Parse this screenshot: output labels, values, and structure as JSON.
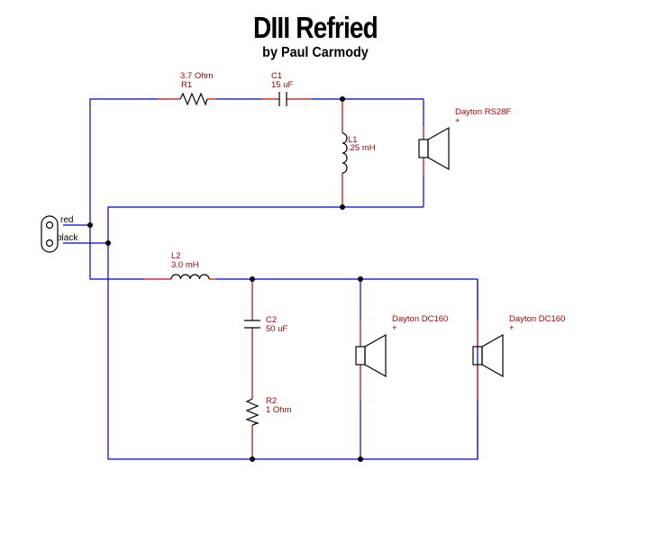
{
  "title": "DIII Refried",
  "subtitle": "by Paul Carmody",
  "connector": {
    "red": "red",
    "black": "black"
  },
  "components": {
    "r1": {
      "value": "3.7 Ohm",
      "ref": "R1"
    },
    "c1": {
      "ref": "C1",
      "value": "15 uF"
    },
    "l1": {
      "ref": "L1",
      "value": ".25 mH"
    },
    "l2": {
      "ref": "L2",
      "value": "3.0 mH"
    },
    "c2": {
      "ref": "C2",
      "value": "50 uF"
    },
    "r2": {
      "ref": "R2",
      "value": "1 Ohm"
    }
  },
  "speakers": {
    "tweeter": {
      "name": "Dayton RS28F",
      "polarity": "+"
    },
    "woofer1": {
      "name": "Dayton DC160",
      "polarity": "+"
    },
    "woofer2": {
      "name": "Dayton DC160",
      "polarity": "+"
    }
  },
  "colors": {
    "wire": "#0000cc",
    "lead": "#cc0000",
    "label": "#990000"
  }
}
